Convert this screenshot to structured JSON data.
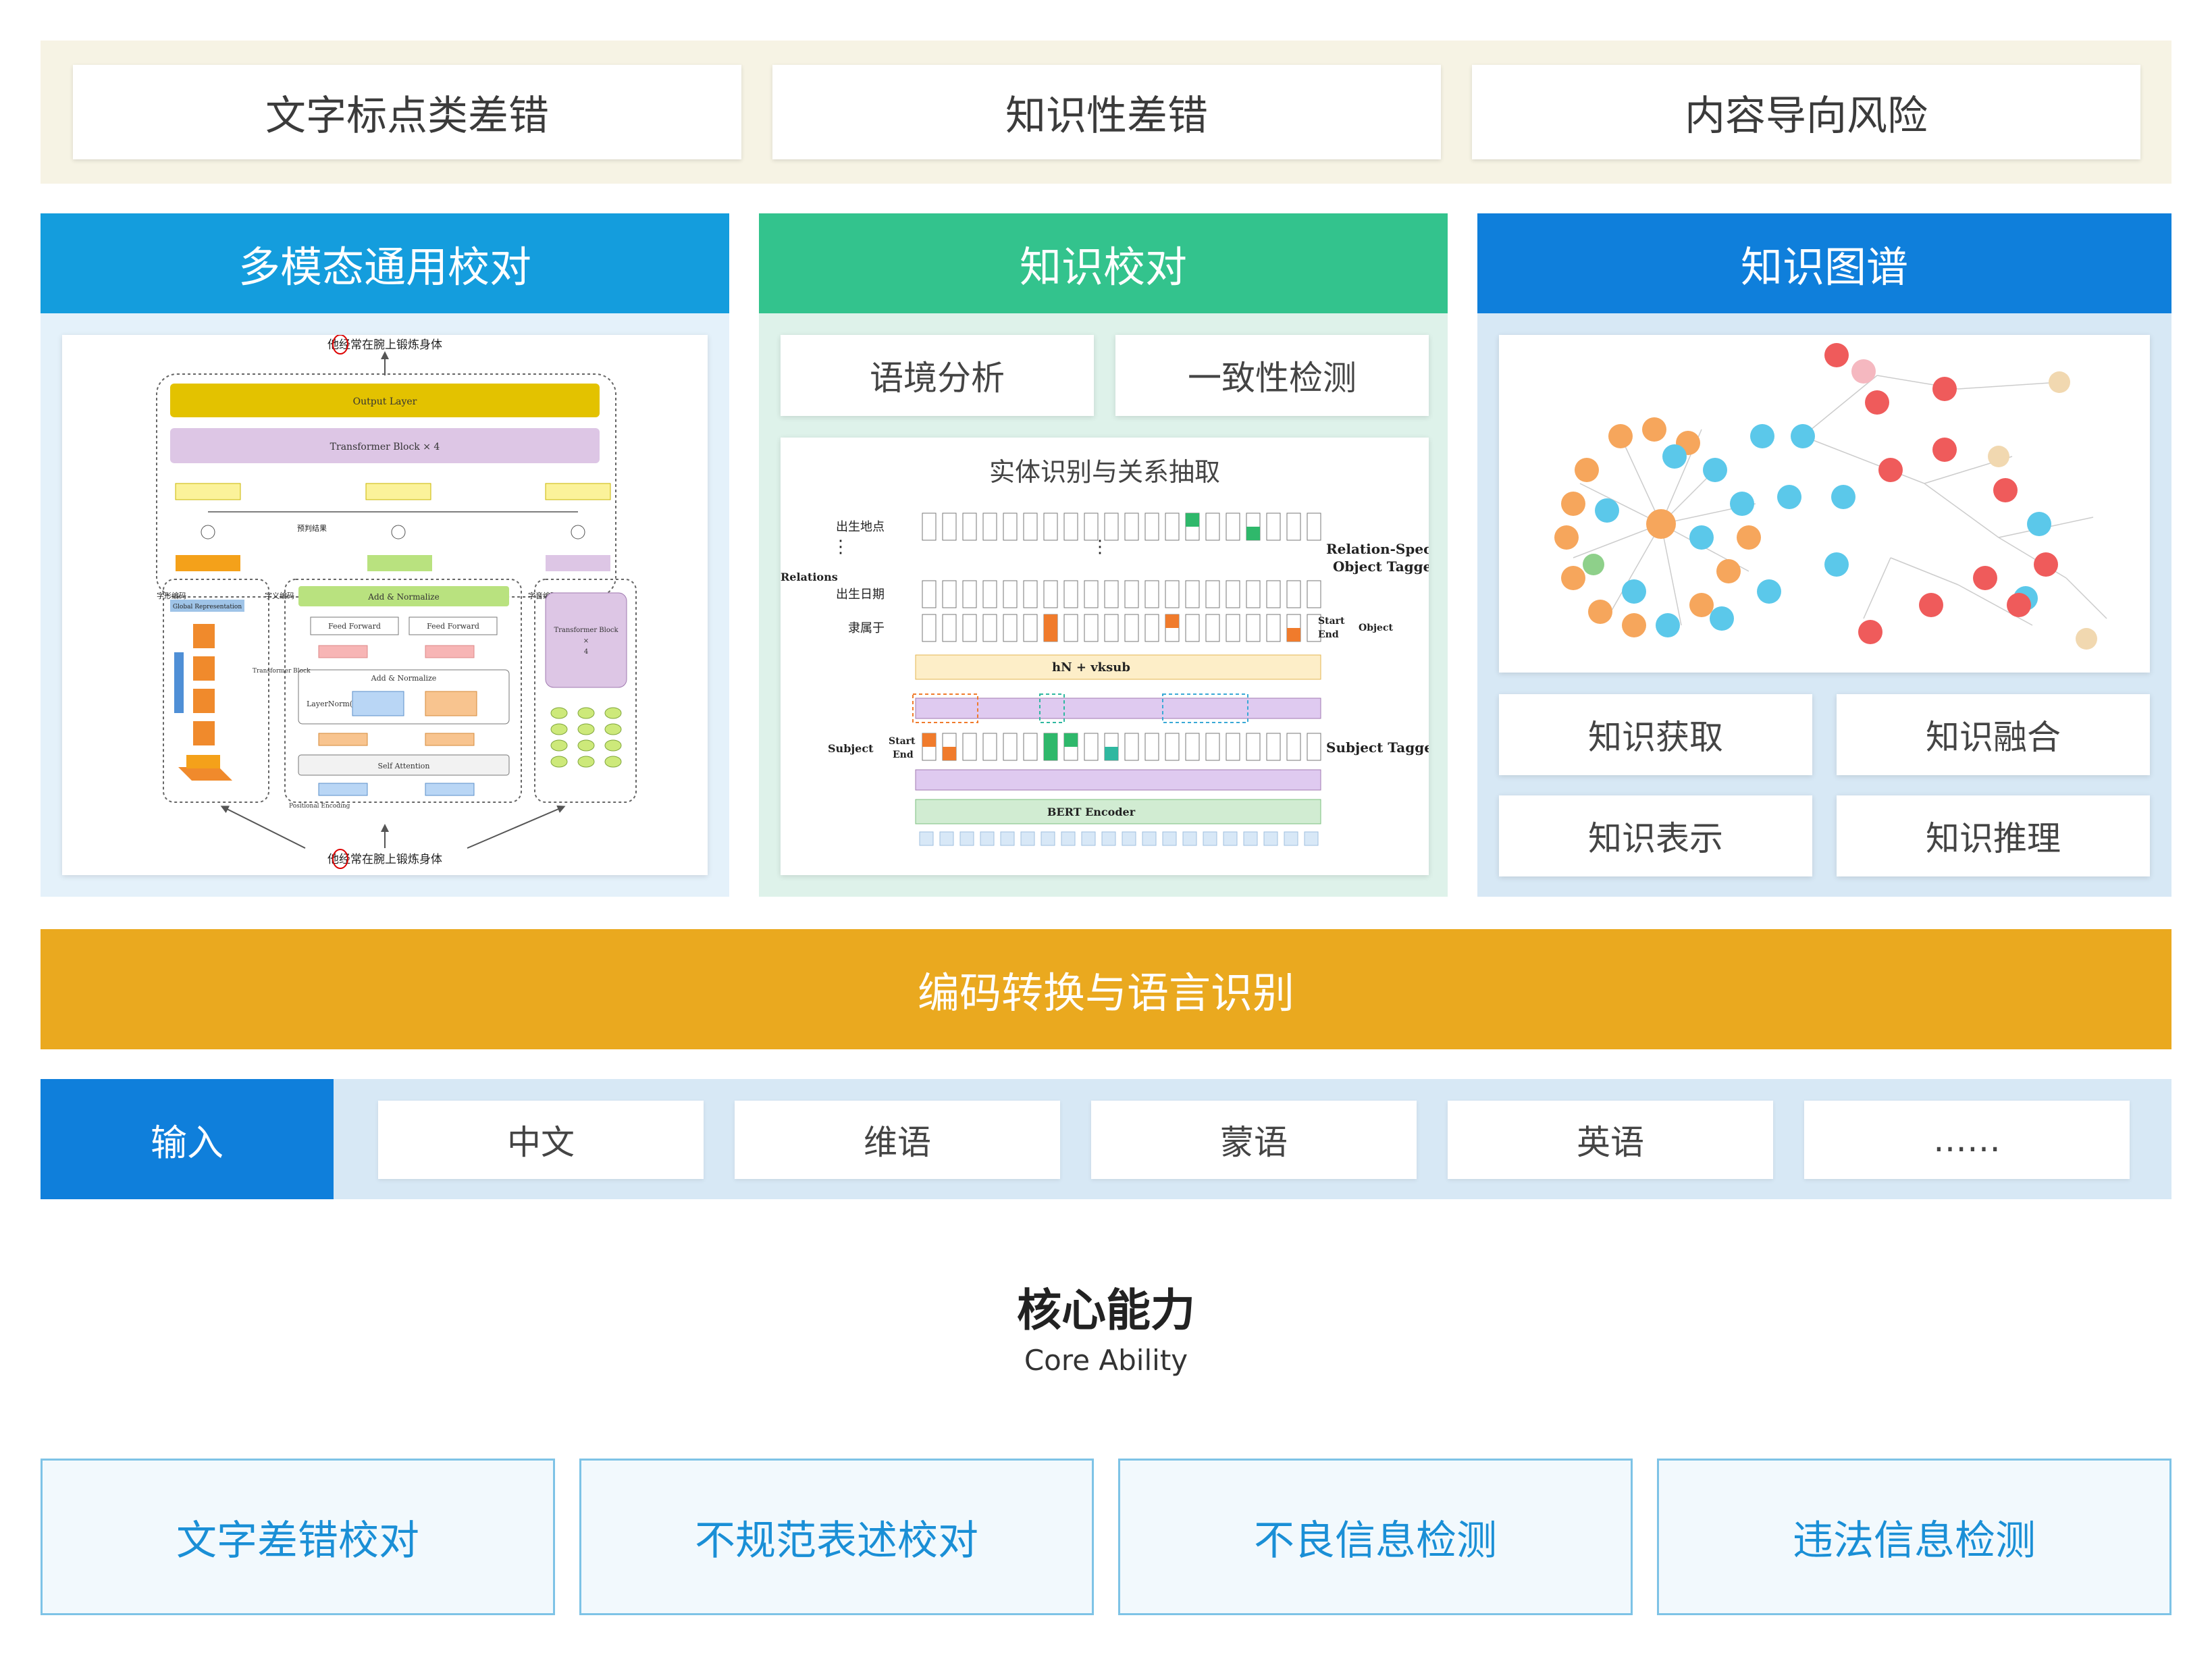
{
  "top_categories": [
    "文字标点类差错",
    "知识性差错",
    "内容导向风险"
  ],
  "modules": {
    "multimodal": {
      "title": "多模态通用校对",
      "color": "#149ddd",
      "figure": {
        "top_sentence": "他经常在腕上锻炼身体",
        "bottom_sentence": "他经常在腕上锻炼身体",
        "output_layer": "Output Layer",
        "transformer_block": "Transformer Block × 4",
        "add_normalize": "Add & Normalize",
        "feed_forward": "Feed Forward",
        "layernorm": "LayerNorm(",
        "self_attention": "Self Attention",
        "positional_encoding": "Positional Encoding",
        "transformer_block_label": "Transformer Block",
        "right_block": "Transformer Block",
        "right_block_x": "×",
        "right_block_n": "4",
        "global_rep": "Global Representation",
        "label_zixing": "字形编码",
        "label_ziyi": "字义编码",
        "label_ziyin": "字音编码",
        "label_judge": "预判结果"
      }
    },
    "knowledge_check": {
      "title": "知识校对",
      "color": "#33c38d",
      "subs": [
        "语境分析",
        "一致性检测"
      ],
      "figure": {
        "title": "实体识别与关系抽取",
        "rows": [
          "出生地点",
          "出生日期",
          "隶属于"
        ],
        "relations": "Relations",
        "rst_1": "Relation-Specific",
        "rst_2": "Object Taggers",
        "start": "Start",
        "end": "End",
        "object": "Object",
        "subject": "Subject",
        "subject_tagger": "Subject Tagger",
        "bert": "BERT Encoder",
        "formula": "hN + vksub"
      }
    },
    "knowledge_graph": {
      "title": "知识图谱",
      "color": "#0f7fdb",
      "subs": [
        "知识获取",
        "知识融合",
        "知识表示",
        "知识推理"
      ]
    }
  },
  "encode_bar": "编码转换与语言识别",
  "input": {
    "label": "输入",
    "languages": [
      "中文",
      "维语",
      "蒙语",
      "英语",
      "……"
    ]
  },
  "core": {
    "title": "核心能力",
    "subtitle": "Core Ability",
    "abilities": [
      "文字差错校对",
      "不规范表述校对",
      "不良信息检测",
      "违法信息检测"
    ]
  }
}
